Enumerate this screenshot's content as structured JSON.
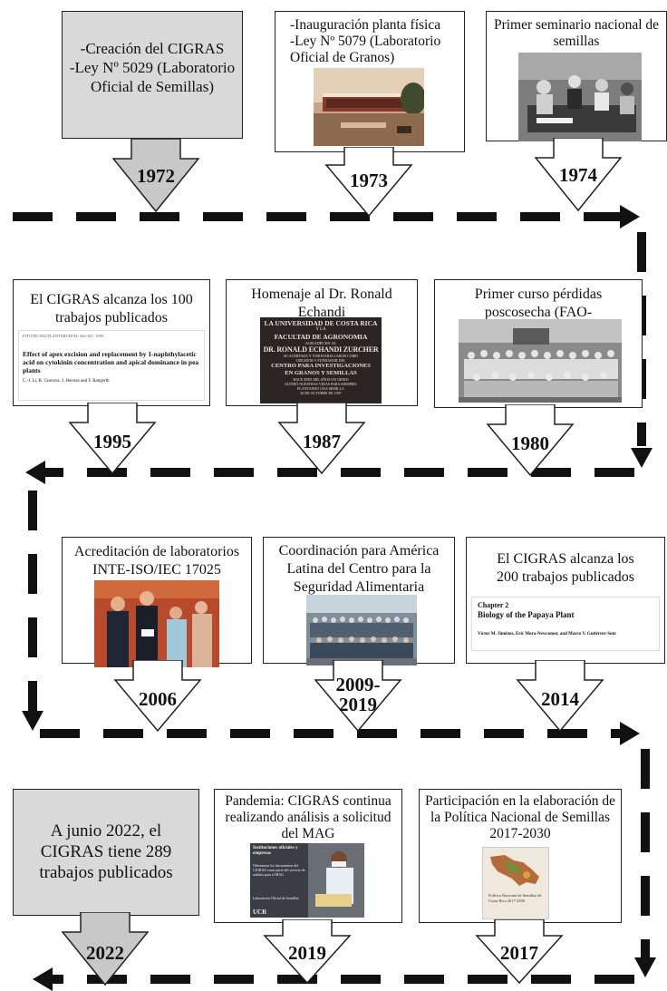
{
  "events": [
    {
      "year": "1972",
      "caption": "-Creación del CIGRAS\n-Ley Nº 5029 (Laboratorio Oficial de Semillas)",
      "grey": true
    },
    {
      "year": "1973",
      "caption": "-Inauguración planta física\n-Ley Nº 5079 (Laboratorio Oficial de Granos)"
    },
    {
      "year": "1974",
      "caption": "Primer seminario nacional de semillas"
    },
    {
      "year": "1995",
      "caption": "El CIGRAS alcanza los 100 trabajos publicados",
      "paper": {
        "header": "FITOTECNIA PLANTARUM 94: 362-367, 1995",
        "title": "Effect of apex excision and replacement by 1-naphthylacetic acid on cytokinin concentration and apical dominance in pea plants",
        "authors": "C.-J. Li, R. Guevara, J. Herrera and F. Bangerth"
      }
    },
    {
      "year": "1987",
      "caption": "Homenaje al Dr. Ronald Echandi",
      "plaque": [
        "LA UNIVERSIDAD DE COSTA RICA",
        "Y LA",
        "FACULTAD DE AGRONOMIA",
        "AGRADECEN AL",
        "DR. RONALD ECHANDI ZURCHER",
        "SU ACERTADA Y VISIONARIA LABOR COMO",
        "CREADOR Y FUNDADOR DEL",
        "CENTRO PARA INVESTIGACIONES",
        "EN GRANOS Y SEMILLAS",
        "HACE DIEZ MIL AÑOS UN GENIO",
        "ALTERÓ NUESTRAS VIDAS PARA SIEMPRE:",
        "PLANTANDO UNA SEMILLA",
        "20 DE OCTUBRE DE 1987"
      ]
    },
    {
      "year": "1980",
      "caption": "Primer curso pérdidas poscosecha (FAO-CIGRAS)"
    },
    {
      "year": "2006",
      "caption": "Acreditación de laboratorios INTE-ISO/IEC 17025"
    },
    {
      "year": "2009-\n2019",
      "caption": "Coordinación para América Latina del Centro para la Seguridad Alimentaria"
    },
    {
      "year": "2014",
      "caption": "El CIGRAS alcanza los 200 trabajos publicados",
      "paper": {
        "header": "Chapter 2",
        "title": "Biology of the Papaya Plant",
        "authors": "Víctor M. Jiménez, Eric Mora-Newcomer, and Marco V. Gutiérrez-Soto"
      }
    },
    {
      "year": "2022",
      "caption": "A junio 2022, el CIGRAS tiene 289 trabajos publicados",
      "grey": true
    },
    {
      "year": "2019",
      "caption": "Pandemia: CIGRAS continua realizando análisis a solicitud del MAG",
      "poster": {
        "heading": "Instituciones oficiales y empresas",
        "body": "Obtenemos los documentos del CIGRAS como parte del servicio de análisis para el MAG",
        "footer": "Laboratorio Oficial de Semillas",
        "logo": "UCR"
      }
    },
    {
      "year": "2017",
      "caption": "Participación en la elaboración de la Política Nacional de Semillas 2017-2030",
      "cover": {
        "title": "Política Nacional de Semillas de Costa Rica 2017-2030"
      }
    }
  ],
  "colors": {
    "line": "#111111",
    "grey_box": "#d9d9d9",
    "border": "#222222"
  }
}
